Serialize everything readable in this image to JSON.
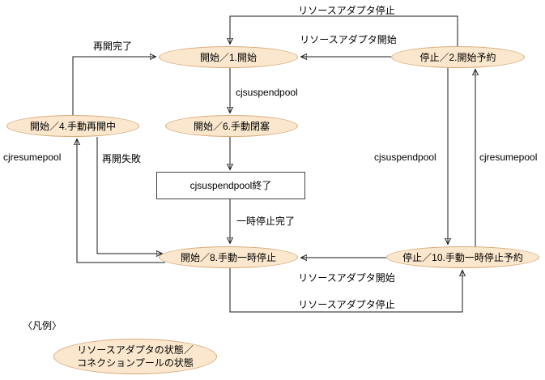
{
  "diagram": {
    "colors": {
      "node_fill": "#fae7cd",
      "node_border": "#d8ac7c",
      "line": "#1a1a1a"
    },
    "nodes": {
      "start_1": {
        "label": "開始／1.開始"
      },
      "stop_2": {
        "label": "停止／2.開始予約"
      },
      "start_4": {
        "label": "開始／4.手動再開中"
      },
      "start_6": {
        "label": "開始／6.手動閉塞"
      },
      "cjsuspendpool_end": {
        "label": "cjsuspendpool終了"
      },
      "start_8": {
        "label": "開始／8.手動一時停止"
      },
      "stop_10": {
        "label": "停止／10.手動一時停止予約"
      }
    },
    "edges": {
      "ra_stop_top": {
        "label": "リソースアダプタ停止"
      },
      "ra_start_top": {
        "label": "リソースアダプタ開始"
      },
      "resume_complete": {
        "label": "再開完了"
      },
      "cjsuspendpool_center": {
        "label": "cjsuspendpool"
      },
      "cjresumepool_left": {
        "label": "cjresumepool"
      },
      "resume_fail": {
        "label": "再開失敗"
      },
      "cjsuspendpool_right": {
        "label": "cjsuspendpool"
      },
      "cjresumepool_right": {
        "label": "cjresumepool"
      },
      "pause_complete": {
        "label": "一時停止完了"
      },
      "ra_start_bottom": {
        "label": "リソースアダプタ開始"
      },
      "ra_stop_bottom": {
        "label": "リソースアダプタ停止"
      }
    },
    "legend": {
      "title": "〈凡例〉",
      "node_line1": "リソースアダプタの状態／",
      "node_line2": "コネクションプールの状態"
    }
  }
}
